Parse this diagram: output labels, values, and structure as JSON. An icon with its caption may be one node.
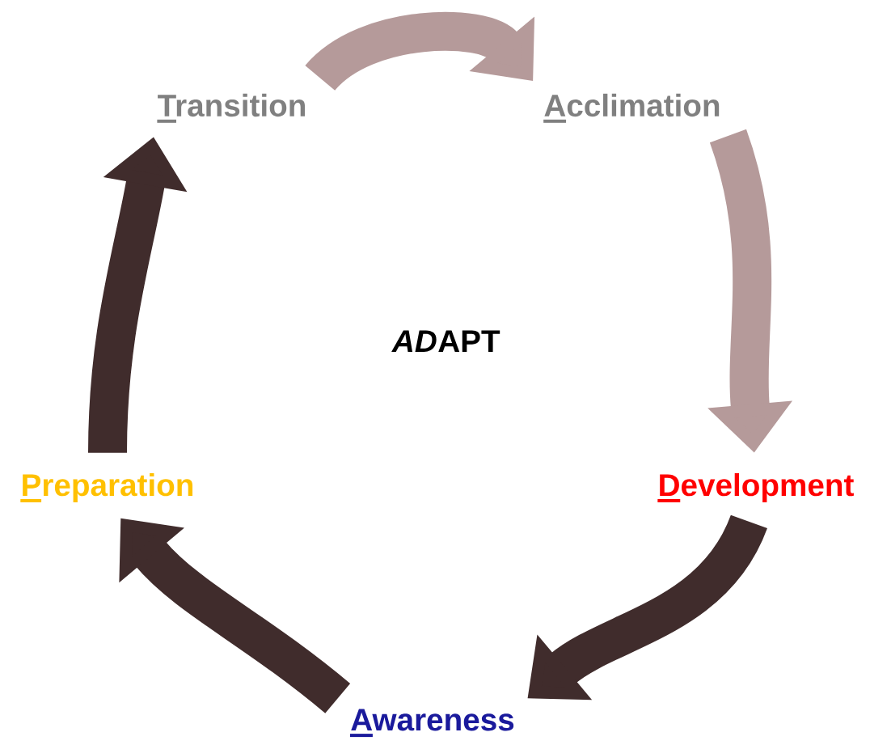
{
  "diagram": {
    "nodes": [
      {
        "text": [
          "Transition"
        ]
      },
      {
        "text": [
          "Acclimation"
        ]
      },
      {
        "text": [
          "Development"
        ]
      },
      {
        "text": [
          "Awareness"
        ]
      },
      {
        "text": [
          "Preparation"
        ]
      }
    ],
    "edges": [
      {
        "from": 0,
        "to": 1,
        "arrow": "to",
        "color": "#b59a9a"
      },
      {
        "from": 1,
        "to": 2,
        "arrow": "to",
        "color": "#b59a9a"
      },
      {
        "from": 2,
        "to": 3,
        "arrow": "to"
      },
      {
        "from": 3,
        "to": 4,
        "arrow": "to"
      },
      {
        "from": 4,
        "to": 0,
        "arrow": "to"
      }
    ],
    "labels": [
      "AD",
      "APT"
    ]
  }
}
